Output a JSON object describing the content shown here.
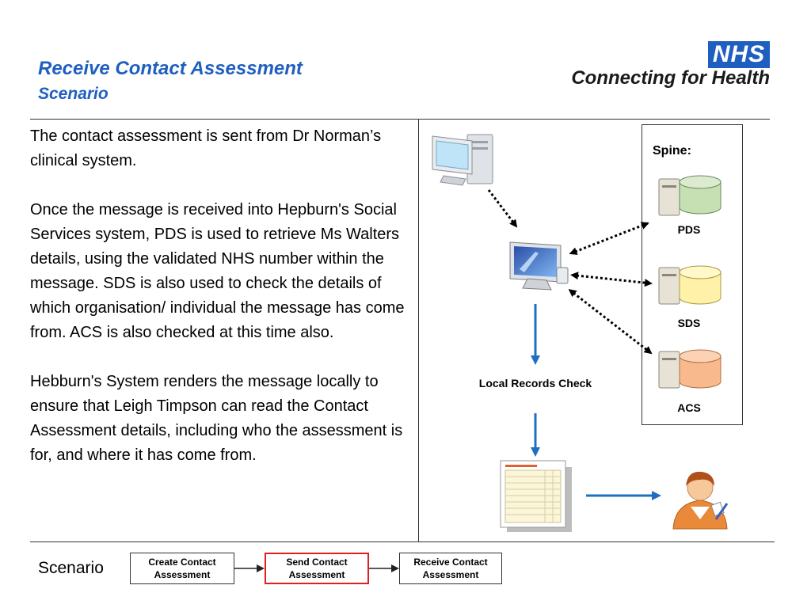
{
  "header": {
    "title": "Receive Contact Assessment",
    "subtitle": "Scenario"
  },
  "logo": {
    "badge": "NHS",
    "tagline": "Connecting for Health",
    "color": "#1f5fbf"
  },
  "description": {
    "paragraphs": [
      "The contact assessment is sent from Dr Norman’s clinical system.",
      "Once the message is received into Hepburn's Social Services system, PDS is used to retrieve Ms Walters details, using the validated NHS number within the message. SDS is also used to check the details of which organisation/ individual the message has come from. ACS is also checked at this time also.",
      "Hebburn's System renders the message locally to ensure that Leigh Timpson can read the Contact Assessment details, including who the assessment is for, and where it has come from."
    ]
  },
  "diagram": {
    "spine_label": "Spine:",
    "databases": [
      {
        "label": "PDS",
        "color": "#c6e0b4"
      },
      {
        "label": "SDS",
        "color": "#fff2a8"
      },
      {
        "label": "ACS",
        "color": "#f8b98c"
      }
    ],
    "local_records_check": "Local Records Check",
    "icons": [
      "desktop-computer-icon",
      "monitor-icon",
      "document-form-icon",
      "user-person-icon"
    ]
  },
  "footer": {
    "scenario_label": "Scenario",
    "steps": [
      {
        "label": "Create Contact Assessment",
        "active": false
      },
      {
        "label": "Send Contact Assessment",
        "active": true
      },
      {
        "label": "Receive Contact Assessment",
        "active": false
      }
    ],
    "active_color": "#e02020"
  }
}
